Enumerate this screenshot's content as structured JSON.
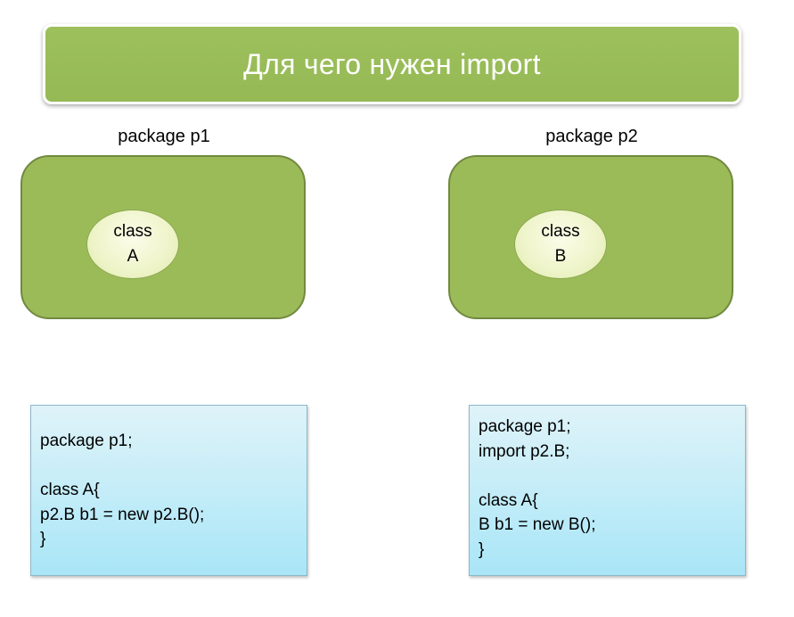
{
  "title": "Для чего нужен import",
  "packages": [
    {
      "label": "package p1",
      "class_word": "class",
      "class_name": "A"
    },
    {
      "label": "package p2",
      "class_word": "class",
      "class_name": "B"
    }
  ],
  "code_left": [
    "package p1;",
    "",
    "class A{",
    "p2.B b1 = new p2.B();",
    "}"
  ],
  "code_right": [
    "package p1;",
    "import p2.B;",
    "",
    "class A{",
    "B b1 = new B();",
    "}"
  ],
  "colors": {
    "title_bg": "#9bbb59",
    "package_bg": "#9bbb59",
    "code_bg_top": "#dff3f9",
    "code_bg_bottom": "#a9e6f7"
  }
}
